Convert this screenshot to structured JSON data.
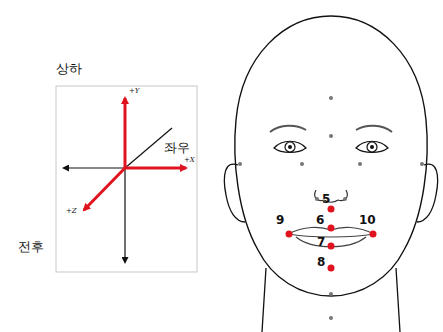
{
  "diagram": {
    "labels": [
      "상하",
      "+Y",
      "좌우",
      "+X",
      "+Z",
      "전후",
      "5",
      "6",
      "9",
      "10",
      "7",
      "8"
    ]
  }
}
